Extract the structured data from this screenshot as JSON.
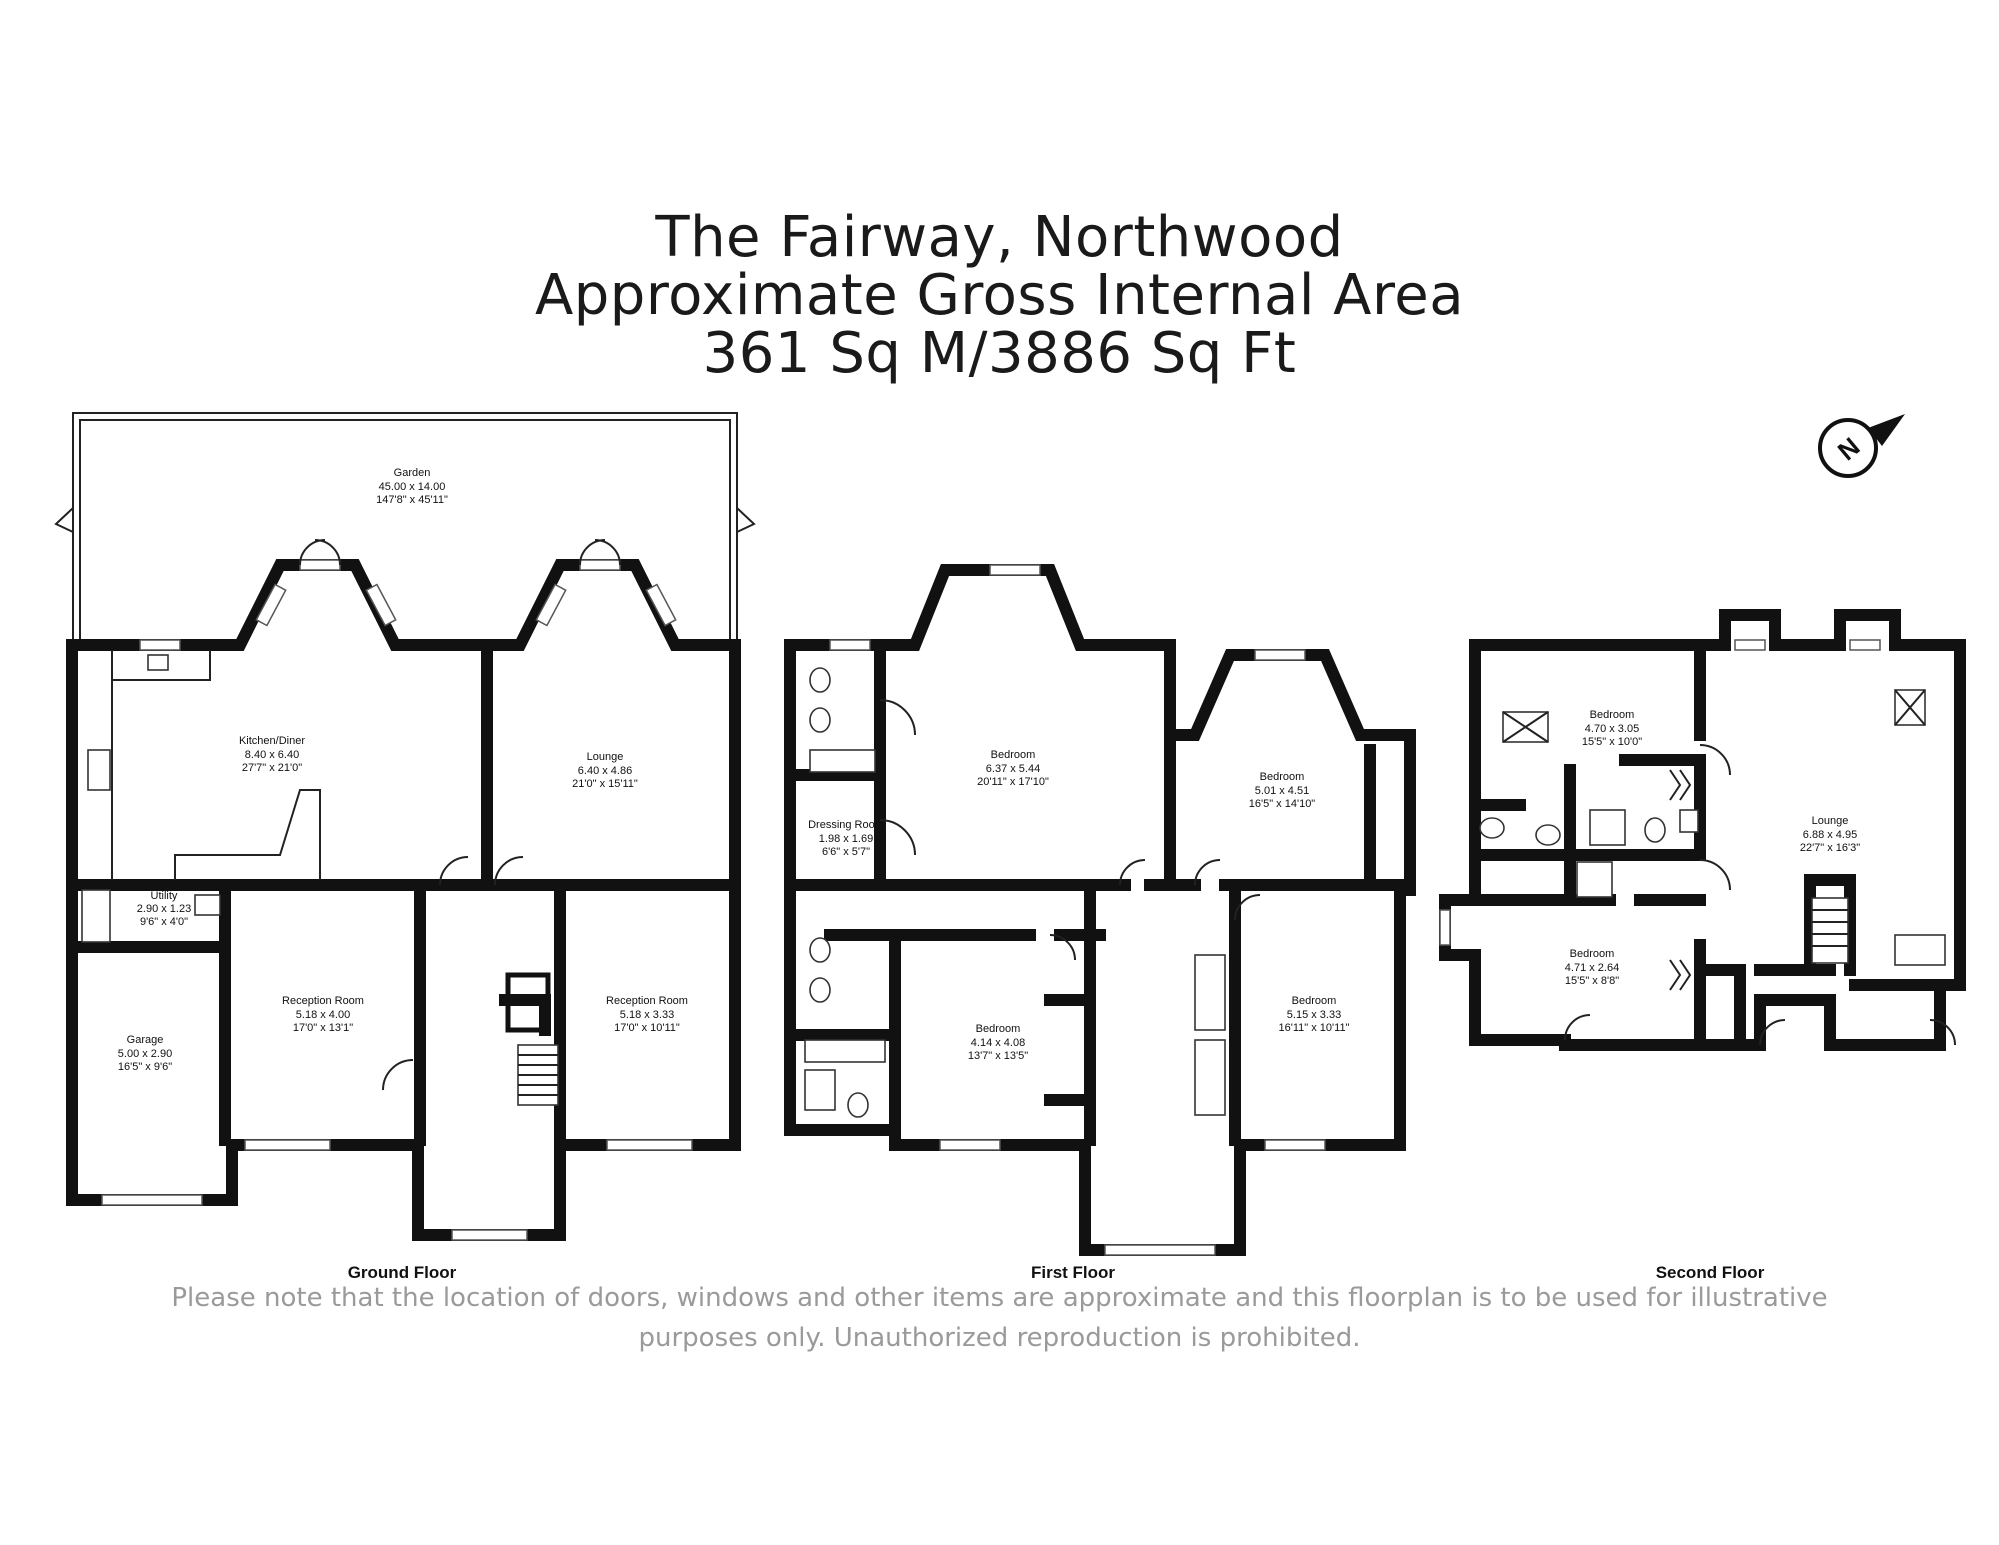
{
  "header": {
    "line1": "The Fairway, Northwood",
    "line2": "Approximate Gross Internal Area",
    "line3": "361 Sq M/3886 Sq Ft"
  },
  "compass": {
    "icon": "north-arrow-icon",
    "letter": "N"
  },
  "floors": [
    {
      "label": "Ground Floor",
      "rooms": [
        {
          "name": "Garden",
          "metric": "45.00 x 14.00",
          "imperial": "147'8\" x 45'11\""
        },
        {
          "name": "Kitchen/Diner",
          "metric": "8.40 x 6.40",
          "imperial": "27'7\" x 21'0\""
        },
        {
          "name": "Lounge",
          "metric": "6.40 x 4.86",
          "imperial": "21'0\" x 15'11\""
        },
        {
          "name": "Utility",
          "metric": "2.90 x 1.23",
          "imperial": "9'6\" x 4'0\""
        },
        {
          "name": "Reception Room",
          "metric": "5.18 x 4.00",
          "imperial": "17'0\" x 13'1\""
        },
        {
          "name": "Reception Room",
          "metric": "5.18 x 3.33",
          "imperial": "17'0\" x 10'11\""
        },
        {
          "name": "Garage",
          "metric": "5.00 x 2.90",
          "imperial": "16'5\" x 9'6\""
        }
      ]
    },
    {
      "label": "First Floor",
      "rooms": [
        {
          "name": "Bedroom",
          "metric": "6.37 x 5.44",
          "imperial": "20'11\" x 17'10\""
        },
        {
          "name": "Bedroom",
          "metric": "5.01 x 4.51",
          "imperial": "16'5\" x 14'10\""
        },
        {
          "name": "Dressing Room",
          "metric": "1.98 x 1.69",
          "imperial": "6'6\" x 5'7\""
        },
        {
          "name": "Bedroom",
          "metric": "4.14 x 4.08",
          "imperial": "13'7\" x 13'5\""
        },
        {
          "name": "Bedroom",
          "metric": "5.15 x 3.33",
          "imperial": "16'11\" x 10'11\""
        }
      ]
    },
    {
      "label": "Second Floor",
      "rooms": [
        {
          "name": "Bedroom",
          "metric": "4.70 x 3.05",
          "imperial": "15'5\" x 10'0\""
        },
        {
          "name": "Lounge",
          "metric": "6.88 x 4.95",
          "imperial": "22'7\" x 16'3\""
        },
        {
          "name": "Bedroom",
          "metric": "4.71 x 2.64",
          "imperial": "15'5\" x 8'8\""
        }
      ]
    }
  ],
  "disclaimer": {
    "line1": "Please note that the location of doors, windows and other items are approximate and this floorplan is to be used for illustrative",
    "line2": "purposes only. Unauthorized reproduction is prohibited."
  }
}
